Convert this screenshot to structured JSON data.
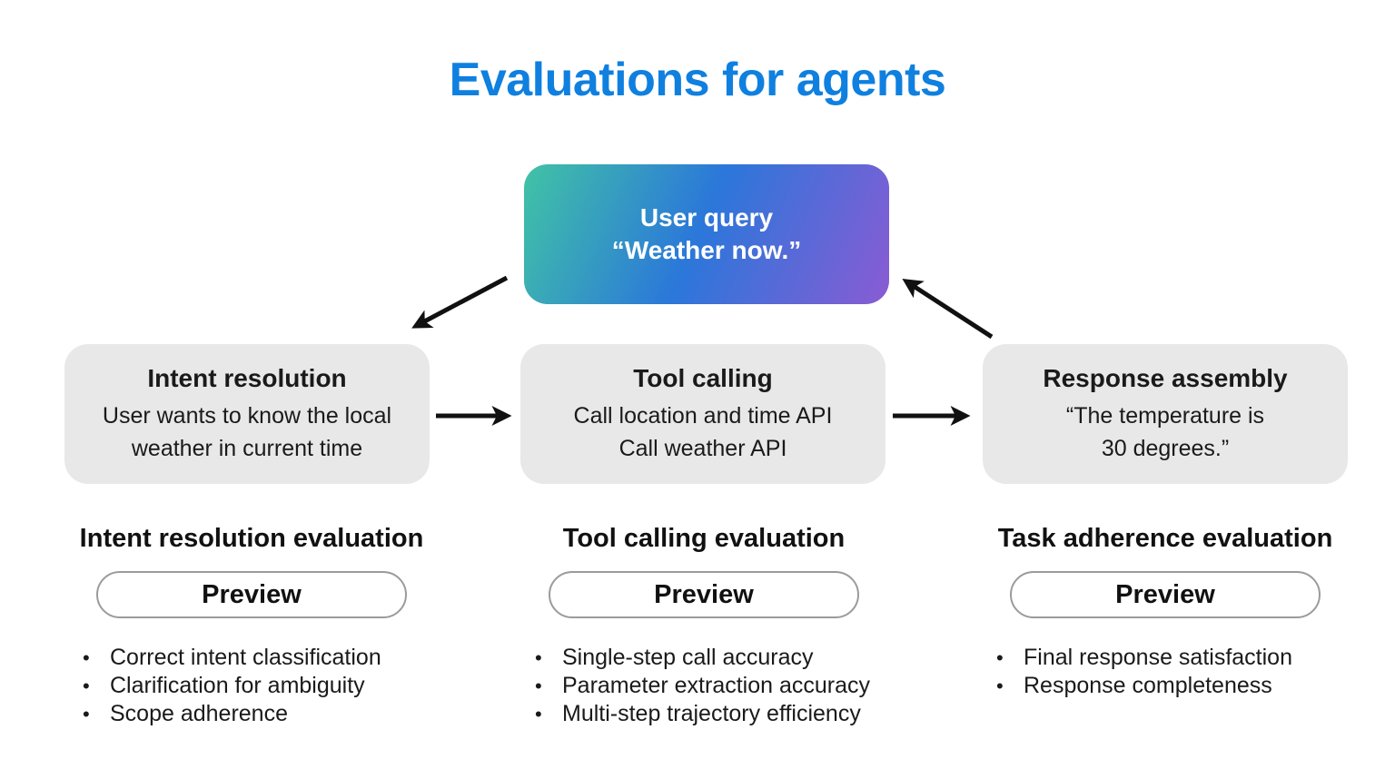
{
  "title": "Evaluations for agents",
  "colors": {
    "title_blue": "#0f80df",
    "stage_box_gray": "#e8e8e8",
    "gradient_teal": "#41c3a5",
    "gradient_blue": "#2b77da",
    "gradient_purple": "#8a5bd4",
    "arrow_black": "#111111",
    "pill_border_gray": "#9b9b9b"
  },
  "flow": {
    "user_query": {
      "line1": "User query",
      "line2": "“Weather now.”"
    },
    "stages": [
      {
        "title": "Intent resolution",
        "line1": "User wants to know the local",
        "line2": "weather in current time"
      },
      {
        "title": "Tool calling",
        "line1": "Call location and time API",
        "line2": "Call weather API"
      },
      {
        "title": "Response assembly",
        "line1": "“The temperature is",
        "line2": "30 degrees.”"
      }
    ]
  },
  "evaluations": [
    {
      "heading": "Intent resolution evaluation",
      "badge": "Preview",
      "bullets": [
        "Correct intent classification",
        "Clarification for ambiguity",
        "Scope adherence"
      ]
    },
    {
      "heading": "Tool calling evaluation",
      "badge": "Preview",
      "bullets": [
        "Single-step call accuracy",
        "Parameter extraction accuracy",
        "Multi-step trajectory efficiency"
      ]
    },
    {
      "heading": "Task adherence evaluation",
      "badge": "Preview",
      "bullets": [
        "Final response satisfaction",
        "Response completeness"
      ]
    }
  ]
}
